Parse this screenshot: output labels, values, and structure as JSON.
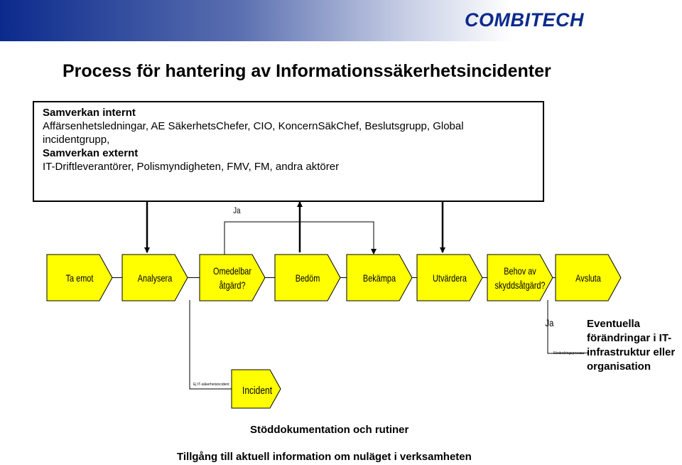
{
  "header": {
    "logo_text": "COMBITECH",
    "brand_color": "#0b2a8c"
  },
  "title": "Process för hantering av  Informationssäkerhetsincidenter",
  "info_box": {
    "internal_heading": "Samverkan internt",
    "internal_text": "Affärsenhetsledningar, AE SäkerhetsChefer, CIO, KoncernSäkChef, Beslutsgrupp, Global incidentgrupp,",
    "external_heading": "Samverkan externt",
    "external_text": "IT-Driftleverantörer, Polismyndigheten, FMV, FM, andra aktörer"
  },
  "process_steps": [
    {
      "label": "Ta emot"
    },
    {
      "label": "Analysera"
    },
    {
      "label": "Omedelbar åtgärd?"
    },
    {
      "label": "Bedöm"
    },
    {
      "label": "Bekämpa"
    },
    {
      "label": "Utvärdera"
    },
    {
      "label": "Behov av skyddsåtgärd?"
    },
    {
      "label": "Avsluta"
    }
  ],
  "labels": {
    "ja_top": "Ja",
    "ja_right": "Ja",
    "forandringsprocessen": "Förändringsprocessen",
    "ej_it_incident": "Ej IT-säkerhetsincident",
    "incident": "Incident"
  },
  "side_note": "Eventuella förändringar i IT-infrastruktur eller organisation",
  "bottom": {
    "support_docs": "Stöddokumentation och rutiner",
    "current_info": "Tillgång till aktuell information om nuläget i verksamheten"
  },
  "colors": {
    "step_fill": "#ffff00",
    "step_stroke": "#000000"
  }
}
